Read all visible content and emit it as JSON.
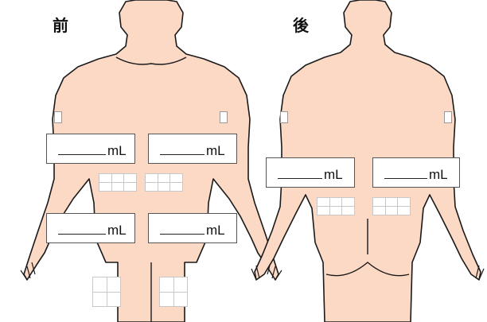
{
  "views": {
    "front": {
      "label": "前"
    },
    "back": {
      "label": "後"
    }
  },
  "boxes": [
    {
      "id": "front-upper-left",
      "unit": "mL"
    },
    {
      "id": "front-upper-right",
      "unit": "mL"
    },
    {
      "id": "front-lower-left",
      "unit": "mL"
    },
    {
      "id": "front-lower-right",
      "unit": "mL"
    },
    {
      "id": "back-left",
      "unit": "mL"
    },
    {
      "id": "back-right",
      "unit": "mL"
    }
  ],
  "colors": {
    "skin": "#fbd9c5",
    "outline": "#1a1a1a",
    "grid_line": "#c8c8c8",
    "box_border": "#555555"
  }
}
